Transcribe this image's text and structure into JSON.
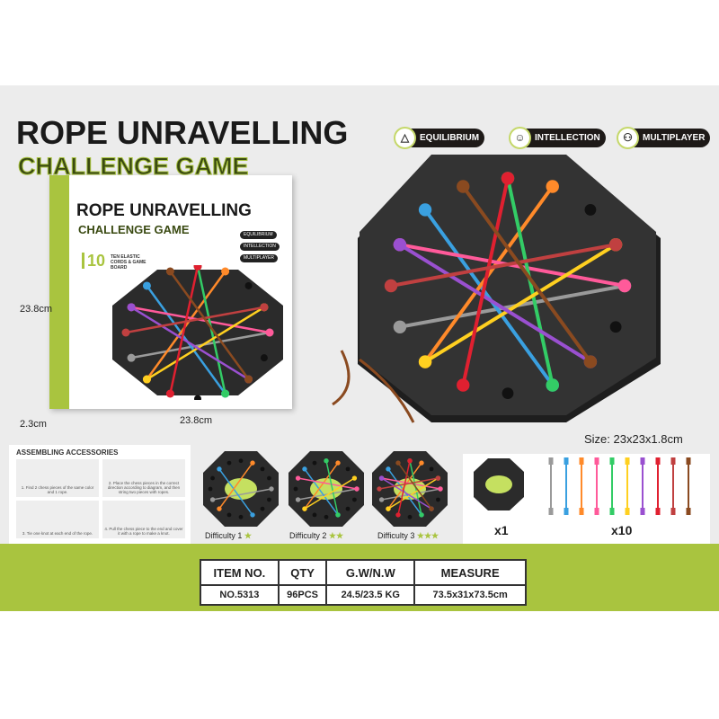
{
  "title": {
    "line1": "ROPE UNRAVELLING",
    "line2": "CHALLENGE GAME"
  },
  "badges": [
    {
      "label": "EQUILIBRIUM",
      "icon": "triangle-balance-icon"
    },
    {
      "label": "INTELLECTION",
      "icon": "brain-head-icon"
    },
    {
      "label": "MULTIPLAYER",
      "icon": "people-icon"
    }
  ],
  "box": {
    "title1": "ROPE UNRAVELLING",
    "title2": "CHALLENGE GAME",
    "ten": "10",
    "ten_text": "TEN ELASTIC CORDS & GAME BOARD",
    "badges": [
      "EQUILIBRIUM",
      "INTELLECTION",
      "MULTIPLAYER"
    ]
  },
  "dimensions": {
    "height": "23.8cm",
    "depth": "2.3cm",
    "width": "23.8cm"
  },
  "size_label": "Size: 23x23x1.8cm",
  "assembling": {
    "title": "ASSEMBLING ACCESSORIES",
    "steps": [
      "1. Find 2 chess pieces of the same color and 1 rope.",
      "2. Place the chess pieces in the correct direction according to diagram, and then string two pieces with ropes.",
      "3. Tie one knot at each end of the rope.",
      "4. Pull the chess piece to the end and cover it with a rope to make a knot."
    ]
  },
  "difficulty": [
    {
      "label": "Difficulty 1",
      "stars": 1
    },
    {
      "label": "Difficulty 2",
      "stars": 2
    },
    {
      "label": "Difficulty 3",
      "stars": 3
    }
  ],
  "contents": {
    "board_qty": "x1",
    "rope_qty": "x10"
  },
  "rope_colors": [
    "#9a9a9a",
    "#3aa0e0",
    "#ff8a2a",
    "#ff5a9a",
    "#33cc66",
    "#ffd020",
    "#9a50d0",
    "#e02030",
    "#c04040",
    "#8a4a20"
  ],
  "spec_table": {
    "headers": [
      "ITEM NO.",
      "QTY",
      "G.W/N.W",
      "MEASURE"
    ],
    "values": [
      "NO.5313",
      "96PCS",
      "24.5/23.5 KG",
      "73.5x31x73.5cm"
    ]
  },
  "colors": {
    "accent": "#a9c43f",
    "board": "#2b2b2b"
  }
}
